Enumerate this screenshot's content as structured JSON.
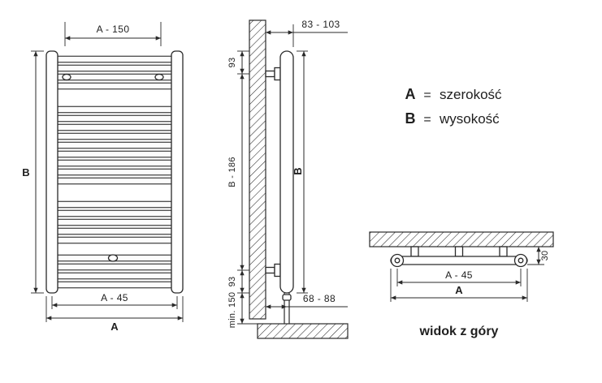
{
  "front_view": {
    "dim_top_width": "A - 150",
    "dim_height": "B",
    "dim_pipe_spacing": "A - 45",
    "dim_total_width": "A"
  },
  "side_view": {
    "dim_wall_distance": "83 - 103",
    "dim_top_offset": "93",
    "dim_bracket_span": "B - 186",
    "dim_bottom_offset": "93",
    "dim_floor_clearance": "min. 150",
    "dim_height": "B",
    "dim_pipe_wall_distance": "68 - 88"
  },
  "legend": {
    "row_a": {
      "symbol": "A",
      "equals": "=",
      "label": "szerokość"
    },
    "row_b": {
      "symbol": "B",
      "equals": "=",
      "label": "wysokość"
    }
  },
  "top_view": {
    "dim_pipe_spacing": "A - 45",
    "dim_total_width": "A",
    "dim_depth": "30",
    "caption": "widok z góry"
  },
  "colors": {
    "line": "#2a2a2a",
    "background": "#ffffff"
  }
}
